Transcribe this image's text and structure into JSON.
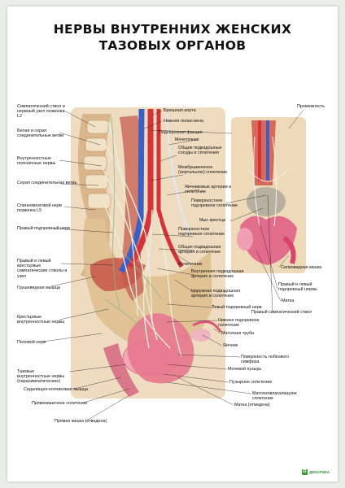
{
  "poster": {
    "title_line1": "НЕРВЫ ВНУТРЕННИХ ЖЕНСКИХ",
    "title_line2": "ТАЗОВЫХ ОРГАНОВ"
  },
  "labels_left": [
    "Симпатический ствол и нервный узел позвонка L2",
    "Белая и серая соединительные ветви",
    "Внутренностные поясничные нервы",
    "Серая соединительная ветвь",
    "Спинномозговой нерв позвонка L5",
    "Правый подчревный нерв",
    "Правый и левый крестцовые симпатические стволы и узел",
    "Грушевидная мышца",
    "Крестцовые внутренностные нервы",
    "Половой нерв",
    "Тазовые внутренностные нервы (парасимпатические)",
    "Седалищно-копчиковая мышца",
    "Прямокишечное сплетение",
    "Прямая кишка (отведена)"
  ],
  "labels_center": [
    "Брюшная аорта",
    "Нижняя полая вена",
    "Подсерозная фасция",
    "Мочеточник",
    "Общие подвздошные сосуды и сплетения",
    "Межбрыжеечное (аортальное) сплетение",
    "Яичниковые артерии и сплетение",
    "Поверхностное подчревное сплетение",
    "Мыс крестца",
    "Поверхностное подчревное сплетение",
    "Общая подвздошная артерия и сплетение",
    "Мочеточник",
    "Внутренняя подвздошная артерия и сплетение",
    "Наружная подвздошная артерия и сплетение",
    "Левый подчревный нерв",
    "Нижнее подчревное сплетение",
    "Маточная труба",
    "Яичник",
    "Поверхность лобкового симфиза",
    "Мочевой пузырь",
    "Пузырное сплетение",
    "Маточновлагалищное сплетение",
    "Матка (отведена)"
  ],
  "labels_right": [
    "Промежность",
    "Сигмовидная кишка",
    "Правый и левый подчревный нервы",
    "Матка",
    "Правый симпатический ствол"
  ],
  "brand": {
    "name": "ДЕКАРИКА"
  }
}
